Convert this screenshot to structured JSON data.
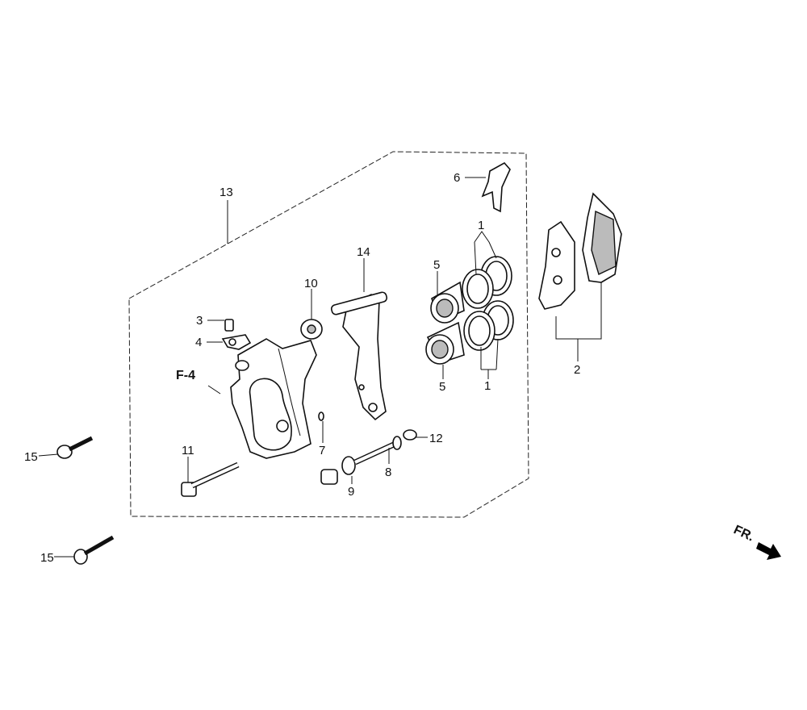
{
  "diagram": {
    "title_reference": "F-4",
    "direction_label": "FR.",
    "callouts": {
      "c1a": "1",
      "c1b": "1",
      "c2": "2",
      "c3": "3",
      "c4": "4",
      "c5a": "5",
      "c5b": "5",
      "c6": "6",
      "c7": "7",
      "c8": "8",
      "c9": "9",
      "c10": "10",
      "c11": "11",
      "c12": "12",
      "c13": "13",
      "c14": "14",
      "c15a": "15",
      "c15b": "15"
    }
  }
}
